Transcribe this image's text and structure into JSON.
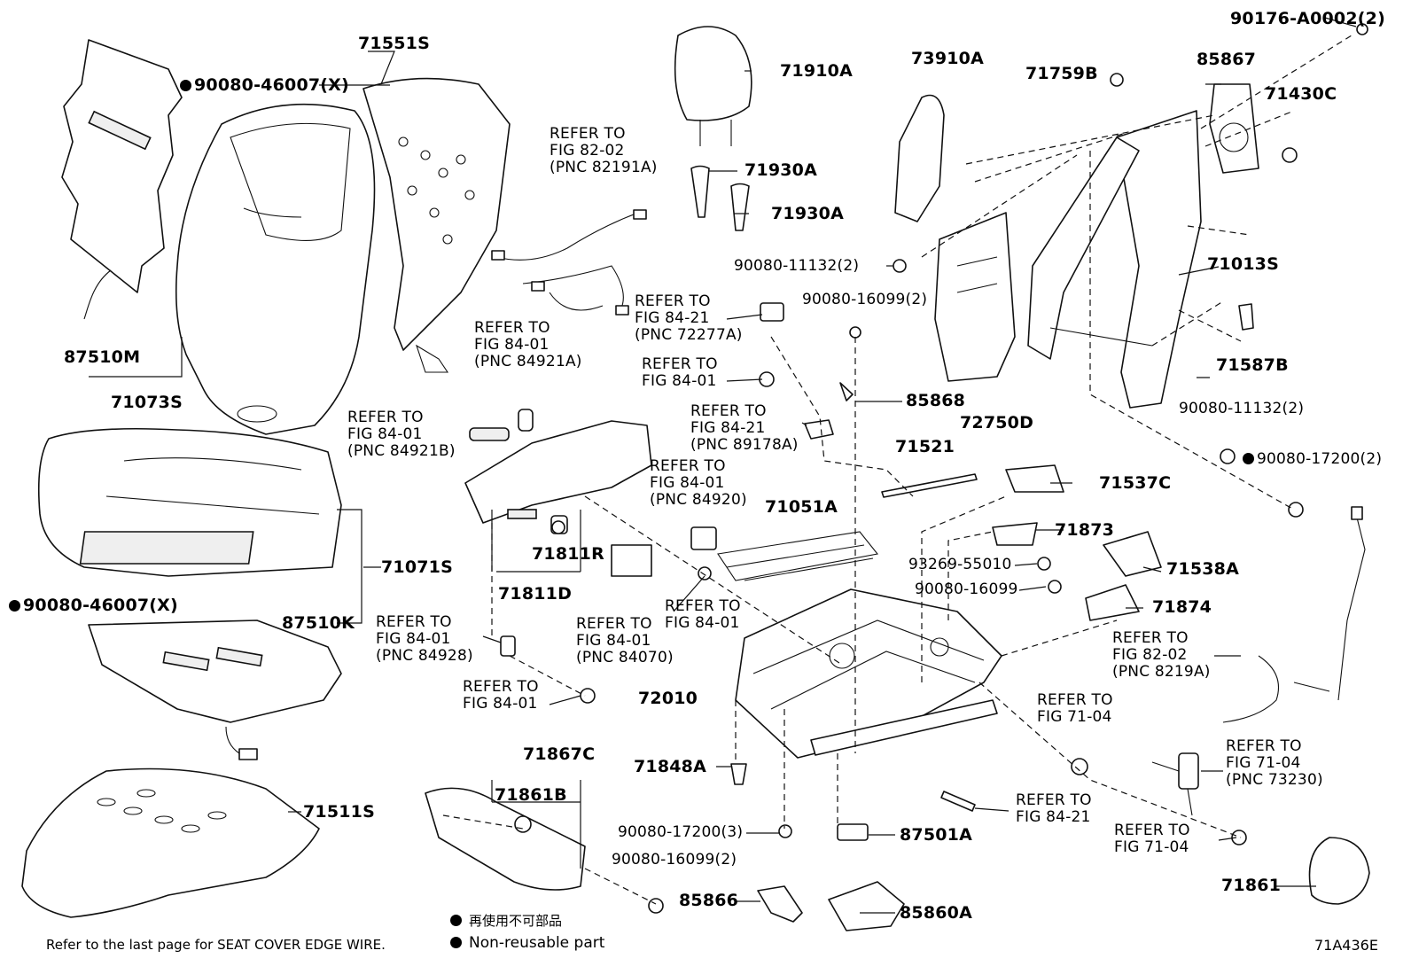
{
  "diagram": {
    "drawing_code": "71A436E",
    "footnote": "Refer to the last page for SEAT COVER EDGE WIRE.",
    "legend": {
      "non_reusable_jp": "再使用不可部品",
      "non_reusable_en": "Non-reusable part"
    },
    "parts": {
      "p90176_A0002": "90176-A0002(2)",
      "p71551S": "71551S",
      "p90080_46007_top": "90080-46007(X)",
      "p87510M": "87510M",
      "p71073S": "71073S",
      "p71910A": "71910A",
      "p71930A_1": "71930A",
      "p71930A_2": "71930A",
      "p73910A": "73910A",
      "p71759B": "71759B",
      "p85867": "85867",
      "p71430C": "71430C",
      "p90080_11132_a": "90080-11132(2)",
      "p90080_16099_2a": "90080-16099(2)",
      "p71013S": "71013S",
      "p71587B": "71587B",
      "p85868": "85868",
      "p72750D": "72750D",
      "p90080_11132_b": "90080-11132(2)",
      "p90080_17200_2": "90080-17200(2)",
      "p71521": "71521",
      "p71537C": "71537C",
      "p71051A": "71051A",
      "p71873": "71873",
      "p93269_55010": "93269-55010",
      "p71538A": "71538A",
      "p90080_16099": "90080-16099",
      "p71874": "71874",
      "p71811R": "71811R",
      "p71811D": "71811D",
      "p71071S": "71071S",
      "p90080_46007_bot": "90080-46007(X)",
      "p87510K": "87510K",
      "p72010": "72010",
      "p71867C": "71867C",
      "p71861B": "71861B",
      "p71848A": "71848A",
      "p90080_17200_3": "90080-17200(3)",
      "p87501A": "87501A",
      "p90080_16099_2b": "90080-16099(2)",
      "p85866": "85866",
      "p85860A": "85860A",
      "p71511S": "71511S",
      "p71861": "71861"
    },
    "refs": {
      "r_82_02_top": "REFER TO\nFIG 82-02\n(PNC 82191A)",
      "r_84_01_84921A": "REFER TO\nFIG 84-01\n(PNC 84921A)",
      "r_84_21_72277A": "REFER TO\nFIG 84-21\n(PNC 72277A)",
      "r_84_01_a": "REFER TO\nFIG 84-01",
      "r_84_21_89178A": "REFER TO\nFIG 84-21\n(PNC 89178A)",
      "r_84_01_84921B": "REFER TO\nFIG 84-01\n(PNC 84921B)",
      "r_84_01_84920": "REFER TO\nFIG 84-01\n(PNC 84920)",
      "r_84_01_84070": "REFER TO\nFIG 84-01\n(PNC 84070)",
      "r_84_01_b": "REFER TO\nFIG 84-01",
      "r_84_01_84928": "REFER TO\nFIG 84-01\n(PNC 84928)",
      "r_84_01_c": "REFER TO\nFIG 84-01",
      "r_82_02_8219A": "REFER TO\nFIG 82-02\n(PNC 8219A)",
      "r_71_04_a": "REFER TO\nFIG 71-04",
      "r_71_04_73230": "REFER TO\nFIG 71-04\n(PNC 73230)",
      "r_84_21_b": "REFER TO\nFIG 84-21",
      "r_71_04_b": "REFER TO\nFIG 71-04"
    }
  }
}
